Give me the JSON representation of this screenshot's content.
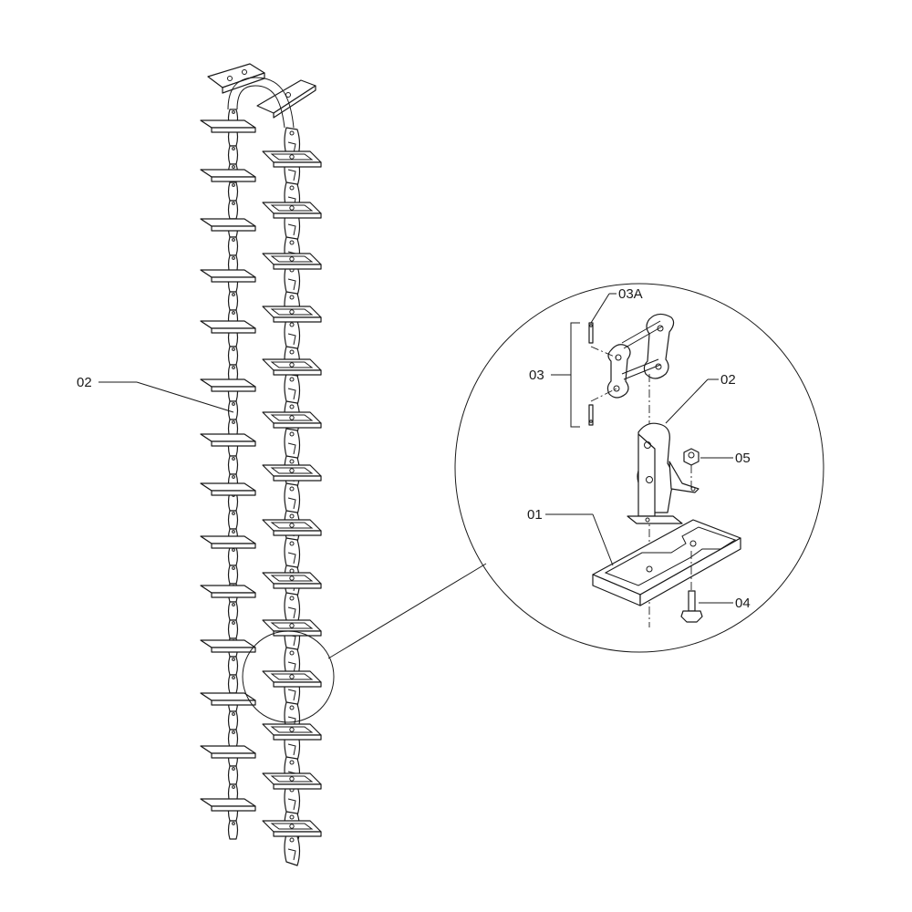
{
  "callouts": {
    "chain_overview": "02",
    "detail_pin_clip": "03A",
    "detail_pin_set": "03",
    "detail_chain_link": "02",
    "detail_nut": "05",
    "detail_flight": "01",
    "detail_bolt": "04"
  },
  "colors": {
    "line": "#1a1a1a",
    "background": "#ffffff"
  }
}
